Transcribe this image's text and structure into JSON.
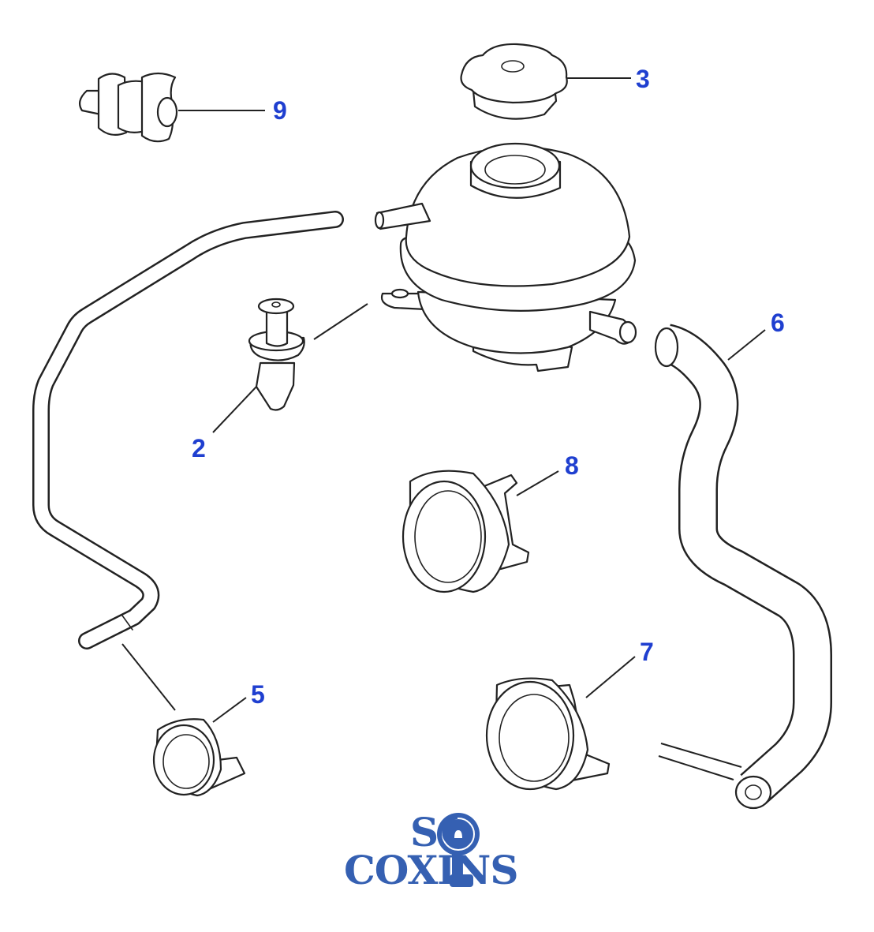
{
  "diagram": {
    "callouts": [
      {
        "id": "9",
        "label": "9"
      },
      {
        "id": "3",
        "label": "3"
      },
      {
        "id": "6",
        "label": "6"
      },
      {
        "id": "2",
        "label": "2"
      },
      {
        "id": "8",
        "label": "8"
      },
      {
        "id": "5",
        "label": "5"
      },
      {
        "id": "7",
        "label": "7"
      }
    ],
    "callout_color": "#1f3fd0"
  },
  "logo": {
    "line1": "SO",
    "line2": "COXINS",
    "color": "#3560b2"
  }
}
